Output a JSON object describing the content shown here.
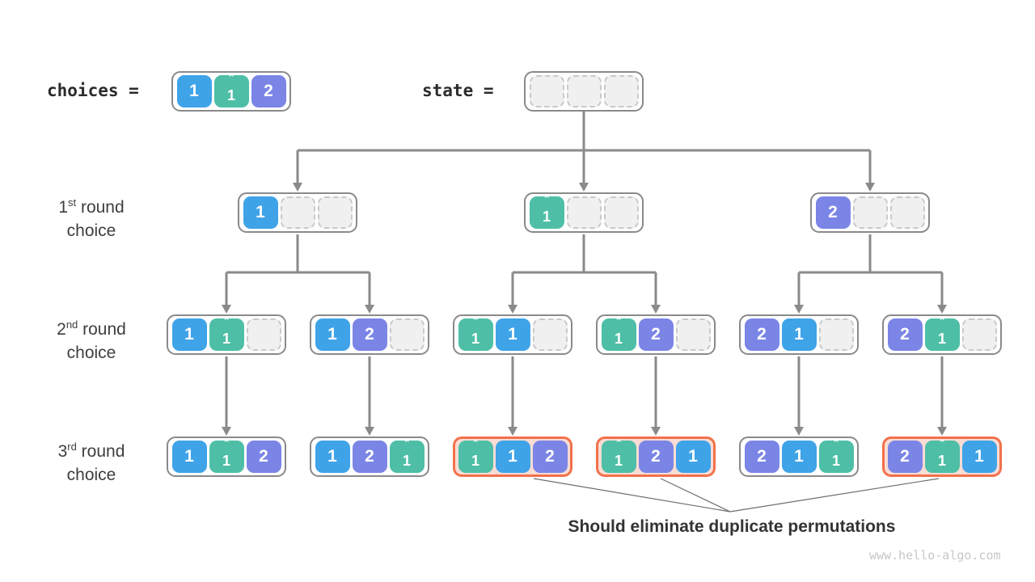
{
  "colors": {
    "blue": "#3FA3E8",
    "teal": "#4EBFA6",
    "purple": "#7B85E6",
    "node_border": "#8A8A8A",
    "connector": "#8A8A8A",
    "empty_fill": "#F0F0F0",
    "empty_border": "#C9C9C9",
    "highlight_border": "#F2714B",
    "highlight_fill": "#FADCD4",
    "label_text": "#3E3E3E",
    "annotation_text": "#333333",
    "watermark_text": "#C8C8C8"
  },
  "header": {
    "choices_label": "choices =",
    "state_label": "state =",
    "choices_cells": [
      {
        "value": "1",
        "color": "blue"
      },
      {
        "value": "1",
        "color": "teal",
        "hat": true
      },
      {
        "value": "2",
        "color": "purple"
      }
    ],
    "state_cells": [
      {
        "empty": true
      },
      {
        "empty": true
      },
      {
        "empty": true
      }
    ]
  },
  "rows": [
    {
      "num": "1",
      "suffix": "st",
      "rest": " round",
      "line2": "choice"
    },
    {
      "num": "2",
      "suffix": "nd",
      "rest": " round",
      "line2": "choice"
    },
    {
      "num": "3",
      "suffix": "rd",
      "rest": " round",
      "line2": "choice"
    }
  ],
  "tree": {
    "round1": [
      {
        "cells": [
          {
            "value": "1",
            "color": "blue"
          },
          {
            "empty": true
          },
          {
            "empty": true
          }
        ]
      },
      {
        "cells": [
          {
            "value": "1",
            "color": "teal",
            "hat": true
          },
          {
            "empty": true
          },
          {
            "empty": true
          }
        ]
      },
      {
        "cells": [
          {
            "value": "2",
            "color": "purple"
          },
          {
            "empty": true
          },
          {
            "empty": true
          }
        ]
      }
    ],
    "round2": [
      {
        "cells": [
          {
            "value": "1",
            "color": "blue"
          },
          {
            "value": "1",
            "color": "teal",
            "hat": true
          },
          {
            "empty": true
          }
        ]
      },
      {
        "cells": [
          {
            "value": "1",
            "color": "blue"
          },
          {
            "value": "2",
            "color": "purple"
          },
          {
            "empty": true
          }
        ]
      },
      {
        "cells": [
          {
            "value": "1",
            "color": "teal",
            "hat": true
          },
          {
            "value": "1",
            "color": "blue"
          },
          {
            "empty": true
          }
        ]
      },
      {
        "cells": [
          {
            "value": "1",
            "color": "teal",
            "hat": true
          },
          {
            "value": "2",
            "color": "purple"
          },
          {
            "empty": true
          }
        ]
      },
      {
        "cells": [
          {
            "value": "2",
            "color": "purple"
          },
          {
            "value": "1",
            "color": "blue"
          },
          {
            "empty": true
          }
        ]
      },
      {
        "cells": [
          {
            "value": "2",
            "color": "purple"
          },
          {
            "value": "1",
            "color": "teal",
            "hat": true
          },
          {
            "empty": true
          }
        ]
      }
    ],
    "round3": [
      {
        "duplicate": false,
        "cells": [
          {
            "value": "1",
            "color": "blue"
          },
          {
            "value": "1",
            "color": "teal",
            "hat": true
          },
          {
            "value": "2",
            "color": "purple"
          }
        ]
      },
      {
        "duplicate": false,
        "cells": [
          {
            "value": "1",
            "color": "blue"
          },
          {
            "value": "2",
            "color": "purple"
          },
          {
            "value": "1",
            "color": "teal",
            "hat": true
          }
        ]
      },
      {
        "duplicate": true,
        "cells": [
          {
            "value": "1",
            "color": "teal",
            "hat": true
          },
          {
            "value": "1",
            "color": "blue"
          },
          {
            "value": "2",
            "color": "purple"
          }
        ]
      },
      {
        "duplicate": true,
        "cells": [
          {
            "value": "1",
            "color": "teal",
            "hat": true
          },
          {
            "value": "2",
            "color": "purple"
          },
          {
            "value": "1",
            "color": "blue"
          }
        ]
      },
      {
        "duplicate": false,
        "cells": [
          {
            "value": "2",
            "color": "purple"
          },
          {
            "value": "1",
            "color": "blue"
          },
          {
            "value": "1",
            "color": "teal",
            "hat": true
          }
        ]
      },
      {
        "duplicate": true,
        "cells": [
          {
            "value": "2",
            "color": "purple"
          },
          {
            "value": "1",
            "color": "teal",
            "hat": true
          },
          {
            "value": "1",
            "color": "blue"
          }
        ]
      }
    ]
  },
  "annotation": "Should eliminate duplicate permutations",
  "watermark": "www.hello-algo.com"
}
